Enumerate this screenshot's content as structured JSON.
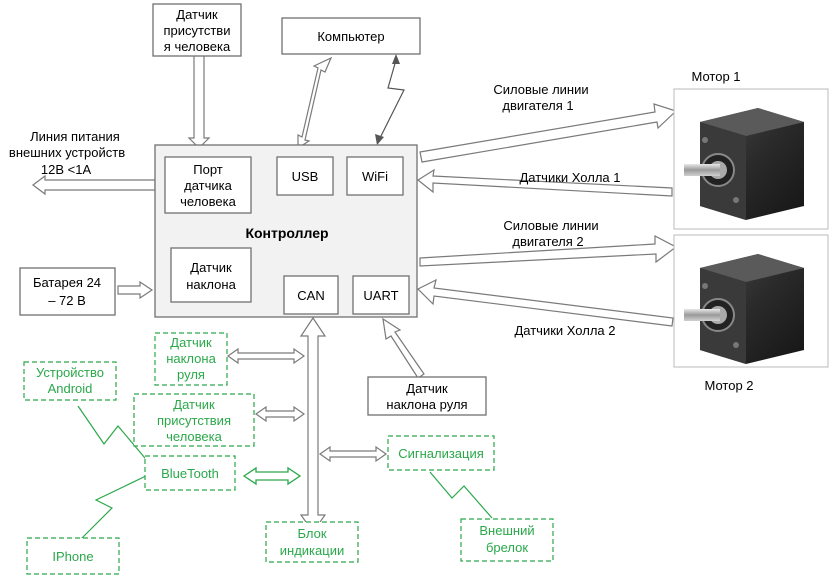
{
  "labels": {
    "human_sensor_top": [
      "Датчик",
      "присутстви",
      "я человека"
    ],
    "computer": "Компьютер",
    "power_line": [
      "Линия питания",
      "внешних устройств",
      "12В  <1А"
    ],
    "port": [
      "Порт",
      "датчика",
      "человека"
    ],
    "usb": "USB",
    "wifi": "WiFi",
    "controller": "Контроллер",
    "tilt": [
      "Датчик",
      "наклона"
    ],
    "can": "CAN",
    "uart": "UART",
    "battery": [
      "Батарея 24",
      "– 72 В"
    ],
    "motor1": "Мотор 1",
    "motor2": "Мотор  2",
    "power_lines1": [
      "Силовые линии",
      "двигателя 1"
    ],
    "hall1": "Датчики Холла 1",
    "power_lines2": [
      "Силовые линии",
      "двигателя 2"
    ],
    "hall2": "Датчики Холла 2",
    "steering_sensor": [
      "Датчик",
      "наклона руля"
    ],
    "green_steering": [
      "Датчик",
      "наклона",
      "руля"
    ],
    "green_presence": [
      "Датчик",
      "присутствия",
      "человека"
    ],
    "android": [
      "Устройство",
      "Android"
    ],
    "bluetooth": "BlueTooth",
    "iphone": "IPhone",
    "display": [
      "Блок",
      "индикации"
    ],
    "signal": "Сигнализация",
    "keyfob": [
      "Внешний",
      "брелок"
    ]
  },
  "colors": {
    "green": "#2aa84a",
    "gray_stroke": "#707070",
    "controller_fill": "#f2f2f2"
  }
}
